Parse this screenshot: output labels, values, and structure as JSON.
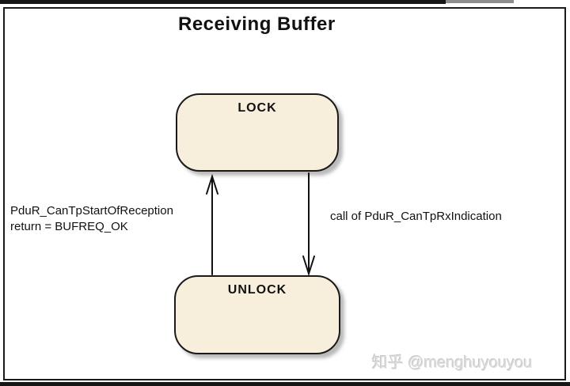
{
  "diagram": {
    "title": "Receiving Buffer",
    "type": "uml-state-diagram"
  },
  "states": {
    "lock": {
      "label": "LOCK"
    },
    "unlock": {
      "label": "UNLOCK"
    }
  },
  "transitions": {
    "unlock_to_lock": {
      "direction": "up",
      "line1": "PduR_CanTpStartOfReception",
      "line2": "return = BUFREQ_OK"
    },
    "lock_to_unlock": {
      "direction": "down",
      "label": "call of PduR_CanTpRxIndication"
    }
  },
  "watermark": {
    "text": "知乎 @menghuyouyou"
  },
  "colors": {
    "state_fill": "#F8EEDC",
    "state_border": "#1A1A1A",
    "frame_border": "#1A1A1A",
    "arrow": "#111111",
    "title_text": "#111111",
    "watermark_text": "#DCDCDC",
    "edge_bar": "#161616"
  }
}
